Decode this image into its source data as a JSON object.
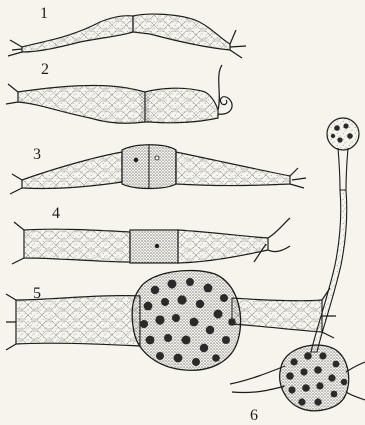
{
  "figure": {
    "labels": [
      "1",
      "2",
      "3",
      "4",
      "5",
      "6"
    ]
  },
  "colors": {
    "paper": "#f7f4ee",
    "ink": "#1b1b1b",
    "stipple": "#6b6b6b",
    "spore_spot": "#2a2a2a"
  }
}
